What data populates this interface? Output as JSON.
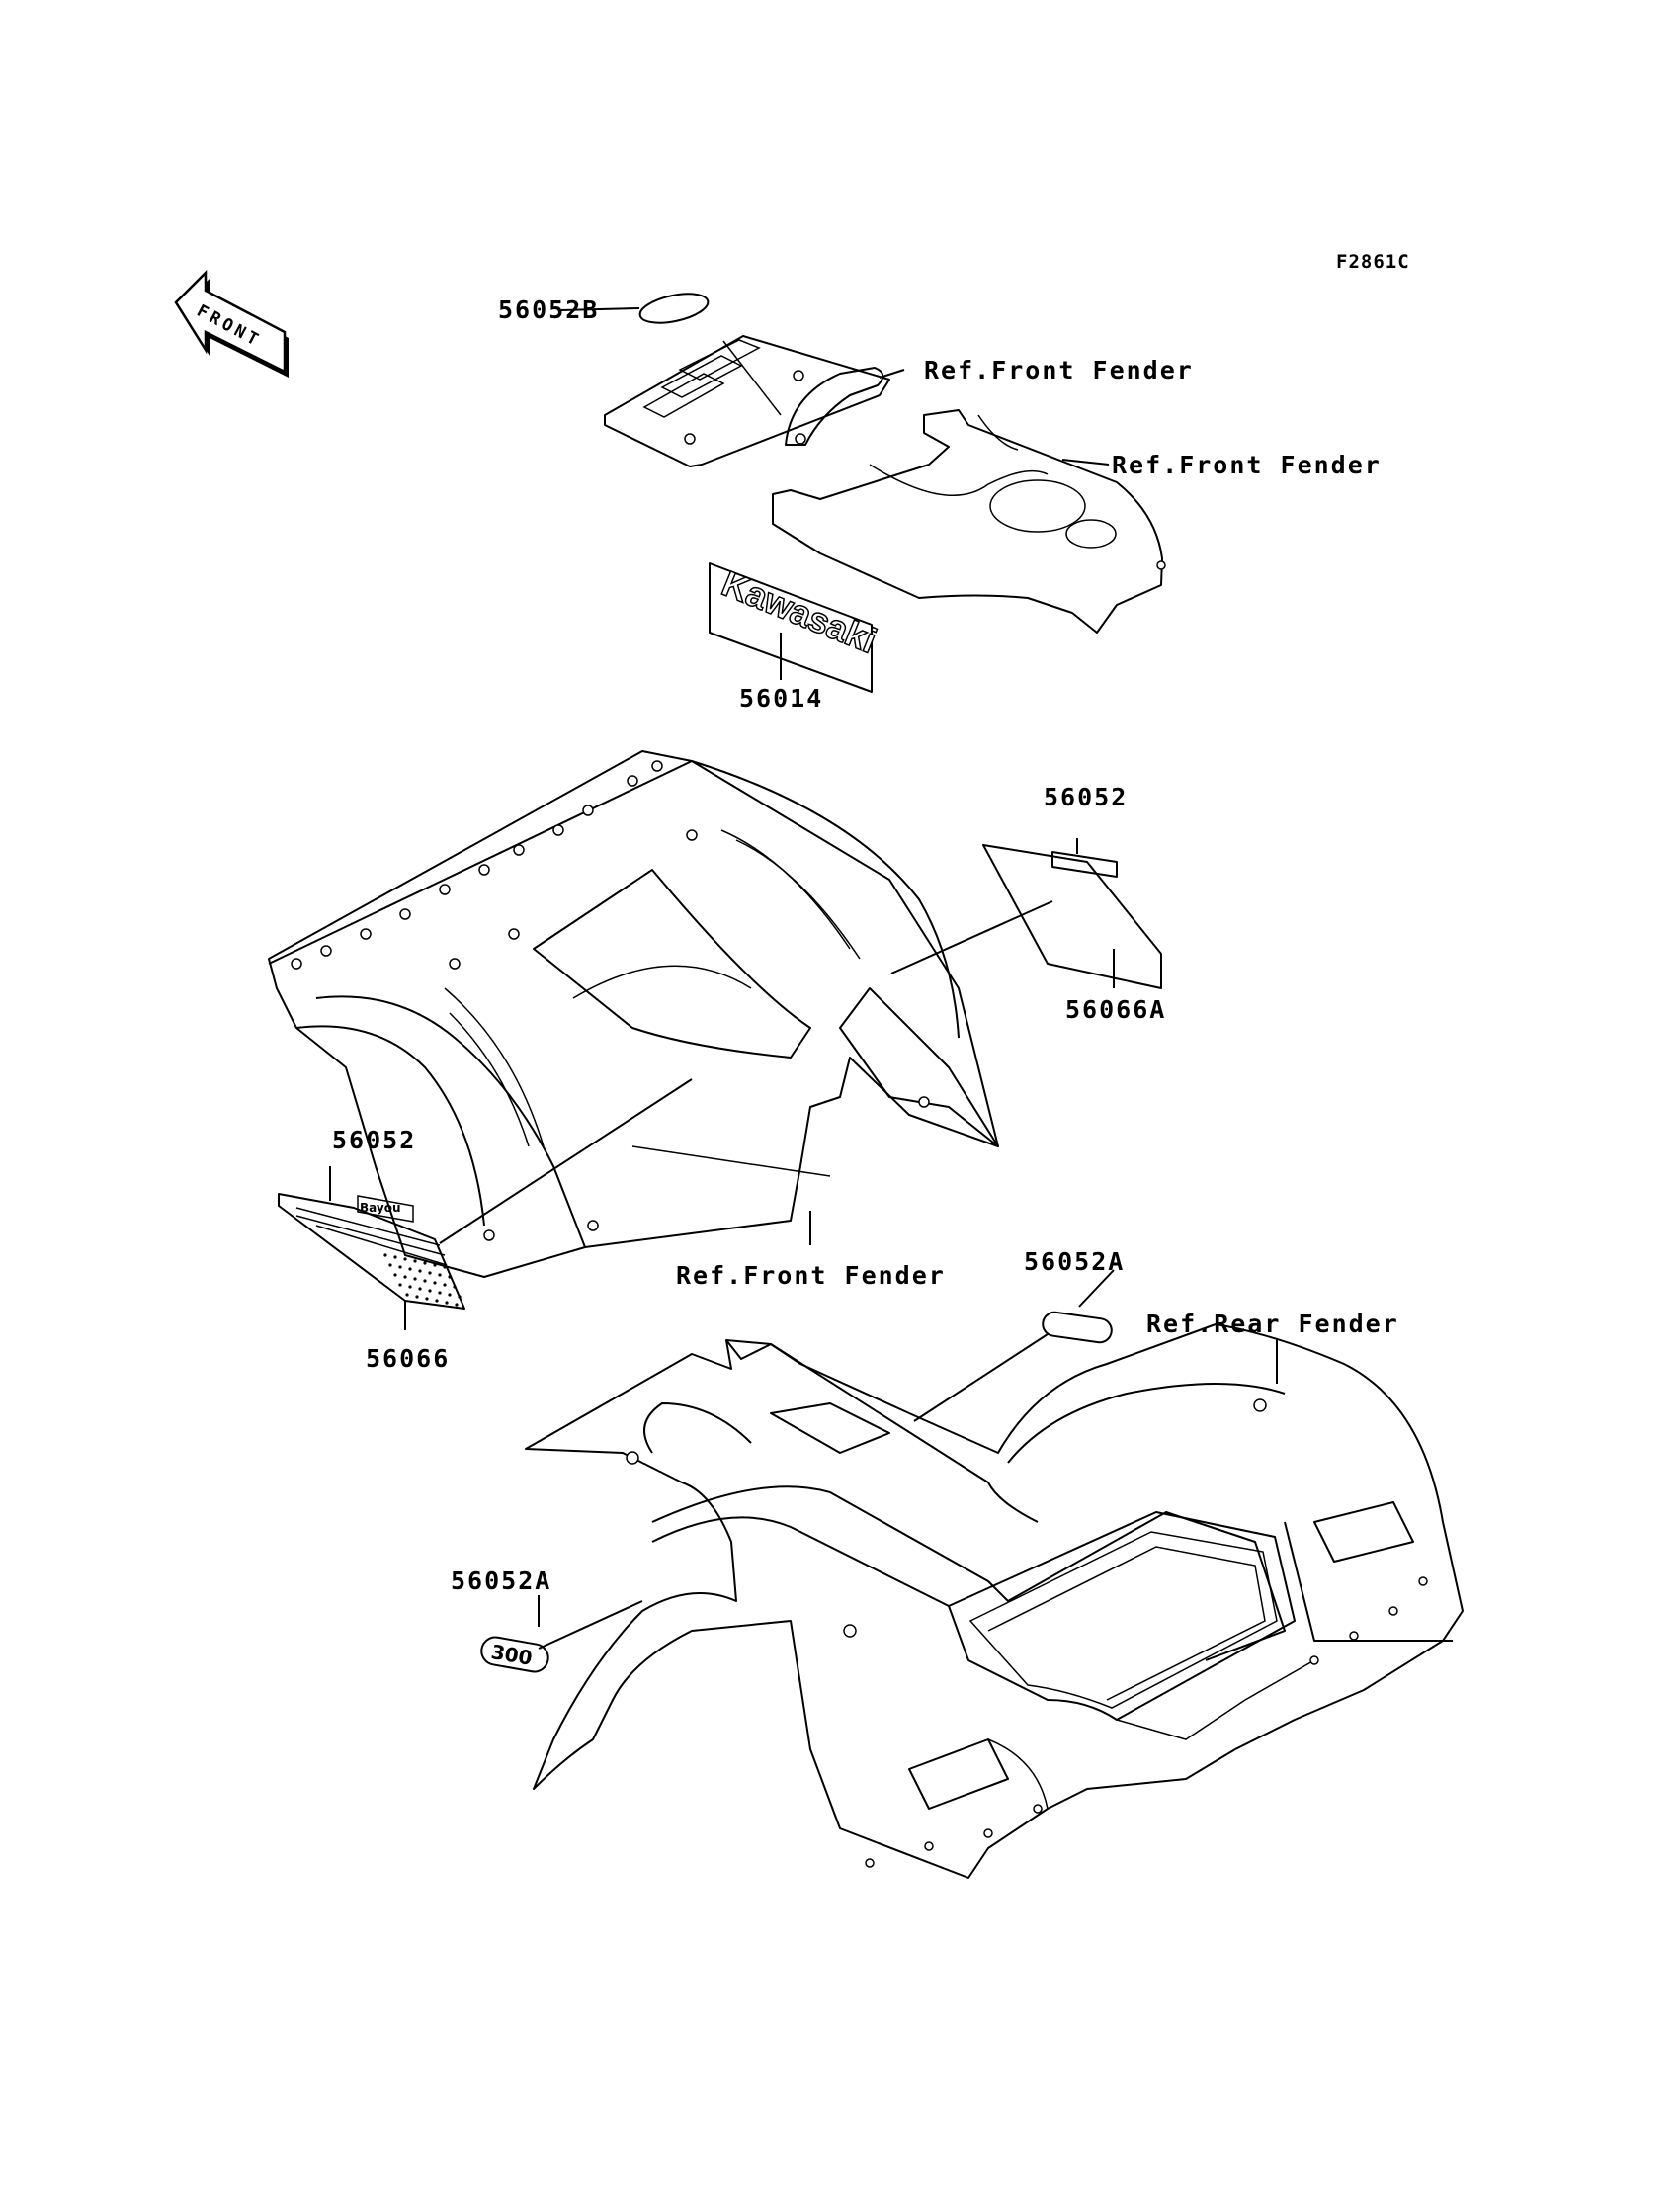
{
  "figure_code": "F2861C",
  "front_arrow": {
    "text": "FRONT",
    "icon": "front-direction-arrow-icon"
  },
  "labels": {
    "p56052b": "56052B",
    "ref_front_fender_1": "Ref.Front Fender",
    "ref_front_fender_2": "Ref.Front Fender",
    "p56014": "56014",
    "p56052_right": "56052",
    "p56066a": "56066A",
    "p56052_left": "56052",
    "p56066": "56066",
    "ref_front_fender_3": "Ref.Front Fender",
    "p56052a_top": "56052A",
    "ref_rear_fender": "Ref.Rear Fender",
    "p56052a_left": "56052A"
  },
  "decal_text": {
    "kawasaki": "Kawasaki",
    "bayou": "Bayou",
    "model_300": "300"
  }
}
